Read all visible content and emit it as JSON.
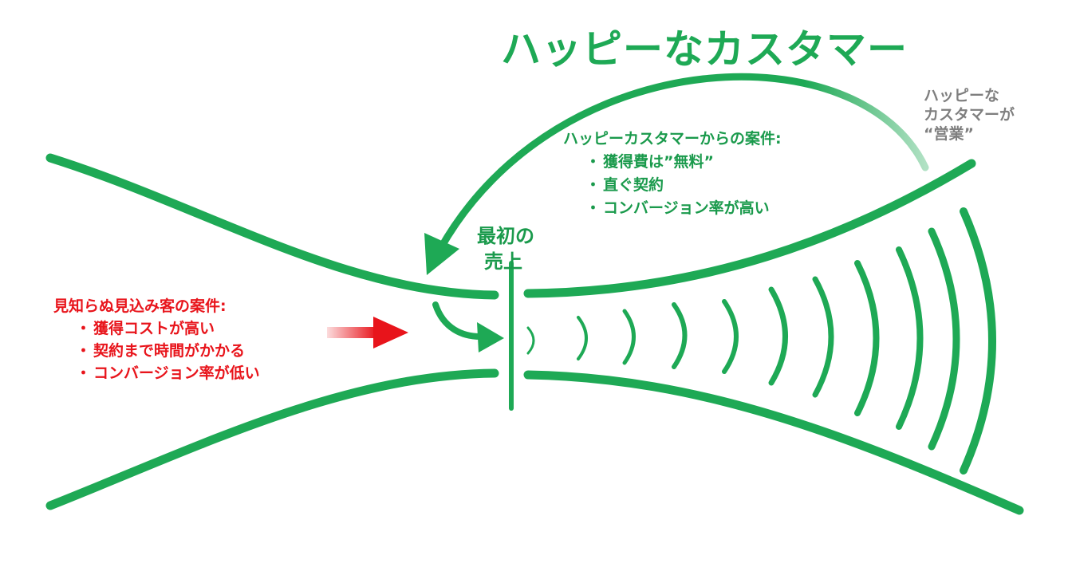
{
  "title": "ハッピーなカスタマー",
  "colors": {
    "funnel_green": "#1ea955",
    "happy_text_green": "#1a9a4c",
    "stranger_red": "#e8141b",
    "note_gray": "#7f7f7f"
  },
  "happy_note": {
    "lines": [
      "ハッピーな",
      "カスタマーが",
      "“営業”"
    ]
  },
  "happy_leads": {
    "heading": "ハッピーカスタマーからの案件:",
    "bullets": [
      "獲得費は”無料”",
      "直ぐ契約",
      "コンバージョン率が高い"
    ]
  },
  "first_sale": {
    "lines": [
      "最初の",
      "売上"
    ]
  },
  "stranger_leads": {
    "heading": "見知らぬ見込み客の案件:",
    "bullets": [
      "獲得コストが高い",
      "契約まで時間がかかる",
      "コンバージョン率が低い"
    ]
  },
  "bullet_symbol": "・"
}
